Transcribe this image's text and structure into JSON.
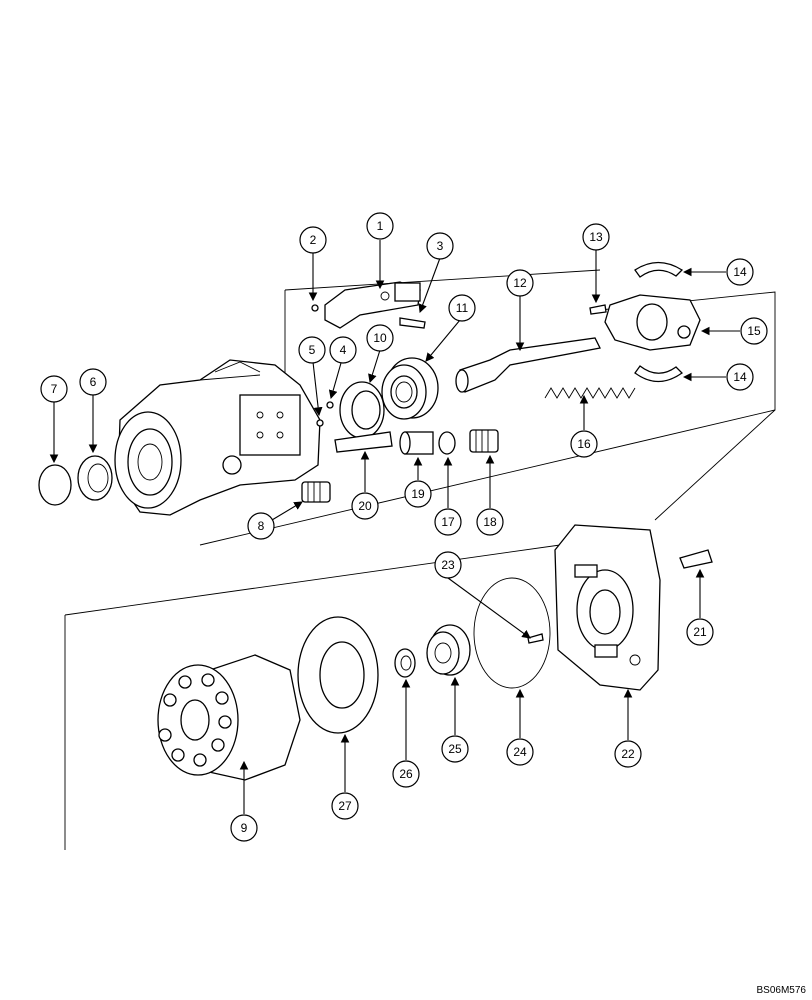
{
  "drawing": {
    "reference_code": "BS06M576",
    "callouts": [
      "1",
      "2",
      "3",
      "4",
      "5",
      "6",
      "7",
      "8",
      "9",
      "10",
      "11",
      "12",
      "13",
      "14",
      "14",
      "15",
      "16",
      "17",
      "18",
      "19",
      "20",
      "21",
      "22",
      "23",
      "24",
      "25",
      "26",
      "27"
    ]
  }
}
